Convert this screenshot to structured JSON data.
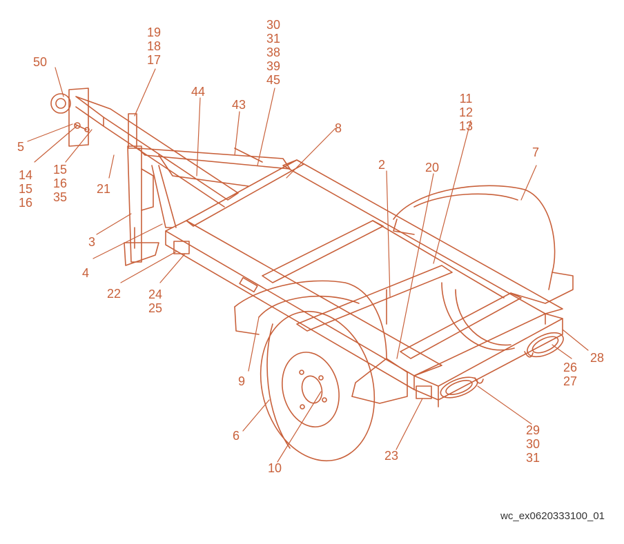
{
  "diagram": {
    "reference_code": "wc_ex0620333100_01",
    "callouts": [
      {
        "id": "c50",
        "lines": [
          "50"
        ]
      },
      {
        "id": "c19",
        "lines": [
          "19",
          "18",
          "17"
        ]
      },
      {
        "id": "c30",
        "lines": [
          "30",
          "31",
          "38",
          "39",
          "45"
        ]
      },
      {
        "id": "c44",
        "lines": [
          "44"
        ]
      },
      {
        "id": "c43",
        "lines": [
          "43"
        ]
      },
      {
        "id": "c11",
        "lines": [
          "11",
          "12",
          "13"
        ]
      },
      {
        "id": "c8",
        "lines": [
          "8"
        ]
      },
      {
        "id": "c2",
        "lines": [
          "2"
        ]
      },
      {
        "id": "c20",
        "lines": [
          "20"
        ]
      },
      {
        "id": "c7",
        "lines": [
          "7"
        ]
      },
      {
        "id": "c5",
        "lines": [
          "5"
        ]
      },
      {
        "id": "c14",
        "lines": [
          "14",
          "15",
          "16"
        ]
      },
      {
        "id": "c15",
        "lines": [
          "15",
          "16",
          "35"
        ]
      },
      {
        "id": "c21",
        "lines": [
          "21"
        ]
      },
      {
        "id": "c3",
        "lines": [
          "3"
        ]
      },
      {
        "id": "c4",
        "lines": [
          "4"
        ]
      },
      {
        "id": "c22",
        "lines": [
          "22"
        ]
      },
      {
        "id": "c24",
        "lines": [
          "24",
          "25"
        ]
      },
      {
        "id": "c28",
        "lines": [
          "28"
        ]
      },
      {
        "id": "c26",
        "lines": [
          "26",
          "27"
        ]
      },
      {
        "id": "c9",
        "lines": [
          "9"
        ]
      },
      {
        "id": "c6",
        "lines": [
          "6"
        ]
      },
      {
        "id": "c10",
        "lines": [
          "10"
        ]
      },
      {
        "id": "c23",
        "lines": [
          "23"
        ]
      },
      {
        "id": "c29",
        "lines": [
          "29",
          "30",
          "31"
        ]
      }
    ]
  },
  "colors": {
    "line": "#c8603a",
    "text": "#c8603a",
    "background": "#ffffff"
  }
}
